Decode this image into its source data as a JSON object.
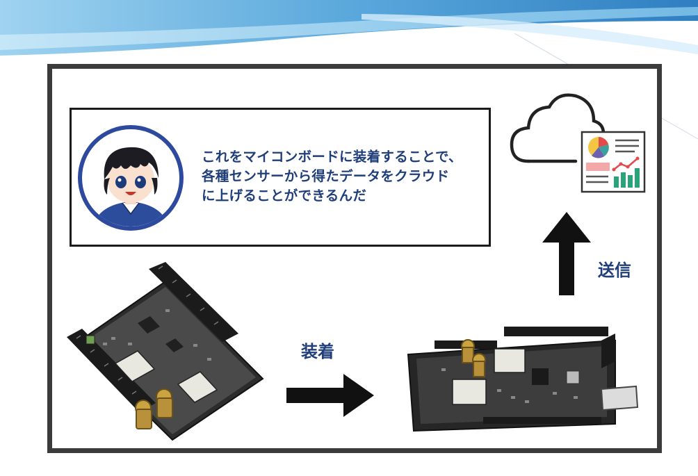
{
  "speech": {
    "lines": [
      "これをマイコンボードに装着することで、",
      "各種センサーから得たデータをクラウド",
      "に上げることができるんだ"
    ]
  },
  "arrows": {
    "attach_label": "装着",
    "send_label": "送信"
  },
  "colors": {
    "text_accent": "#1f3e7a",
    "avatar_ring": "#2e4a9e",
    "banner_blue": "#3a86c8",
    "frame": "#3b3b3b"
  },
  "icons": [
    "cloud-icon",
    "report-chart-icon",
    "person-avatar-icon",
    "lte-shield-board-icon",
    "mega-board-icon",
    "arrow-right-icon",
    "arrow-up-icon"
  ]
}
